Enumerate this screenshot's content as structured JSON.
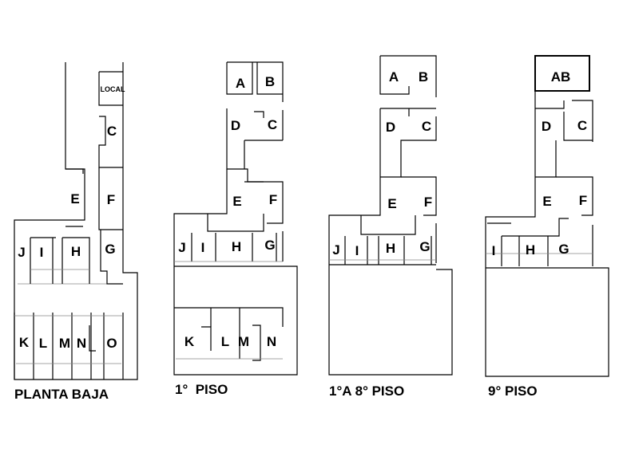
{
  "plans": [
    {
      "title": "PLANTA BAJA",
      "local_label": "LOCAL",
      "units": [
        "C",
        "E",
        "F",
        "J",
        "I",
        "H",
        "G",
        "K",
        "L",
        "M",
        "N",
        "O"
      ]
    },
    {
      "title": "1°  PISO",
      "units": [
        "A",
        "B",
        "D",
        "C",
        "E",
        "F",
        "J",
        "I",
        "H",
        "G",
        "K",
        "L",
        "M",
        "N"
      ]
    },
    {
      "title": "1°A 8° PISO",
      "units": [
        "A",
        "B",
        "D",
        "C",
        "E",
        "F",
        "J",
        "I",
        "H",
        "G"
      ]
    },
    {
      "title": "9° PISO",
      "units": [
        "AB",
        "D",
        "C",
        "E",
        "F",
        "I",
        "H",
        "G"
      ]
    }
  ]
}
